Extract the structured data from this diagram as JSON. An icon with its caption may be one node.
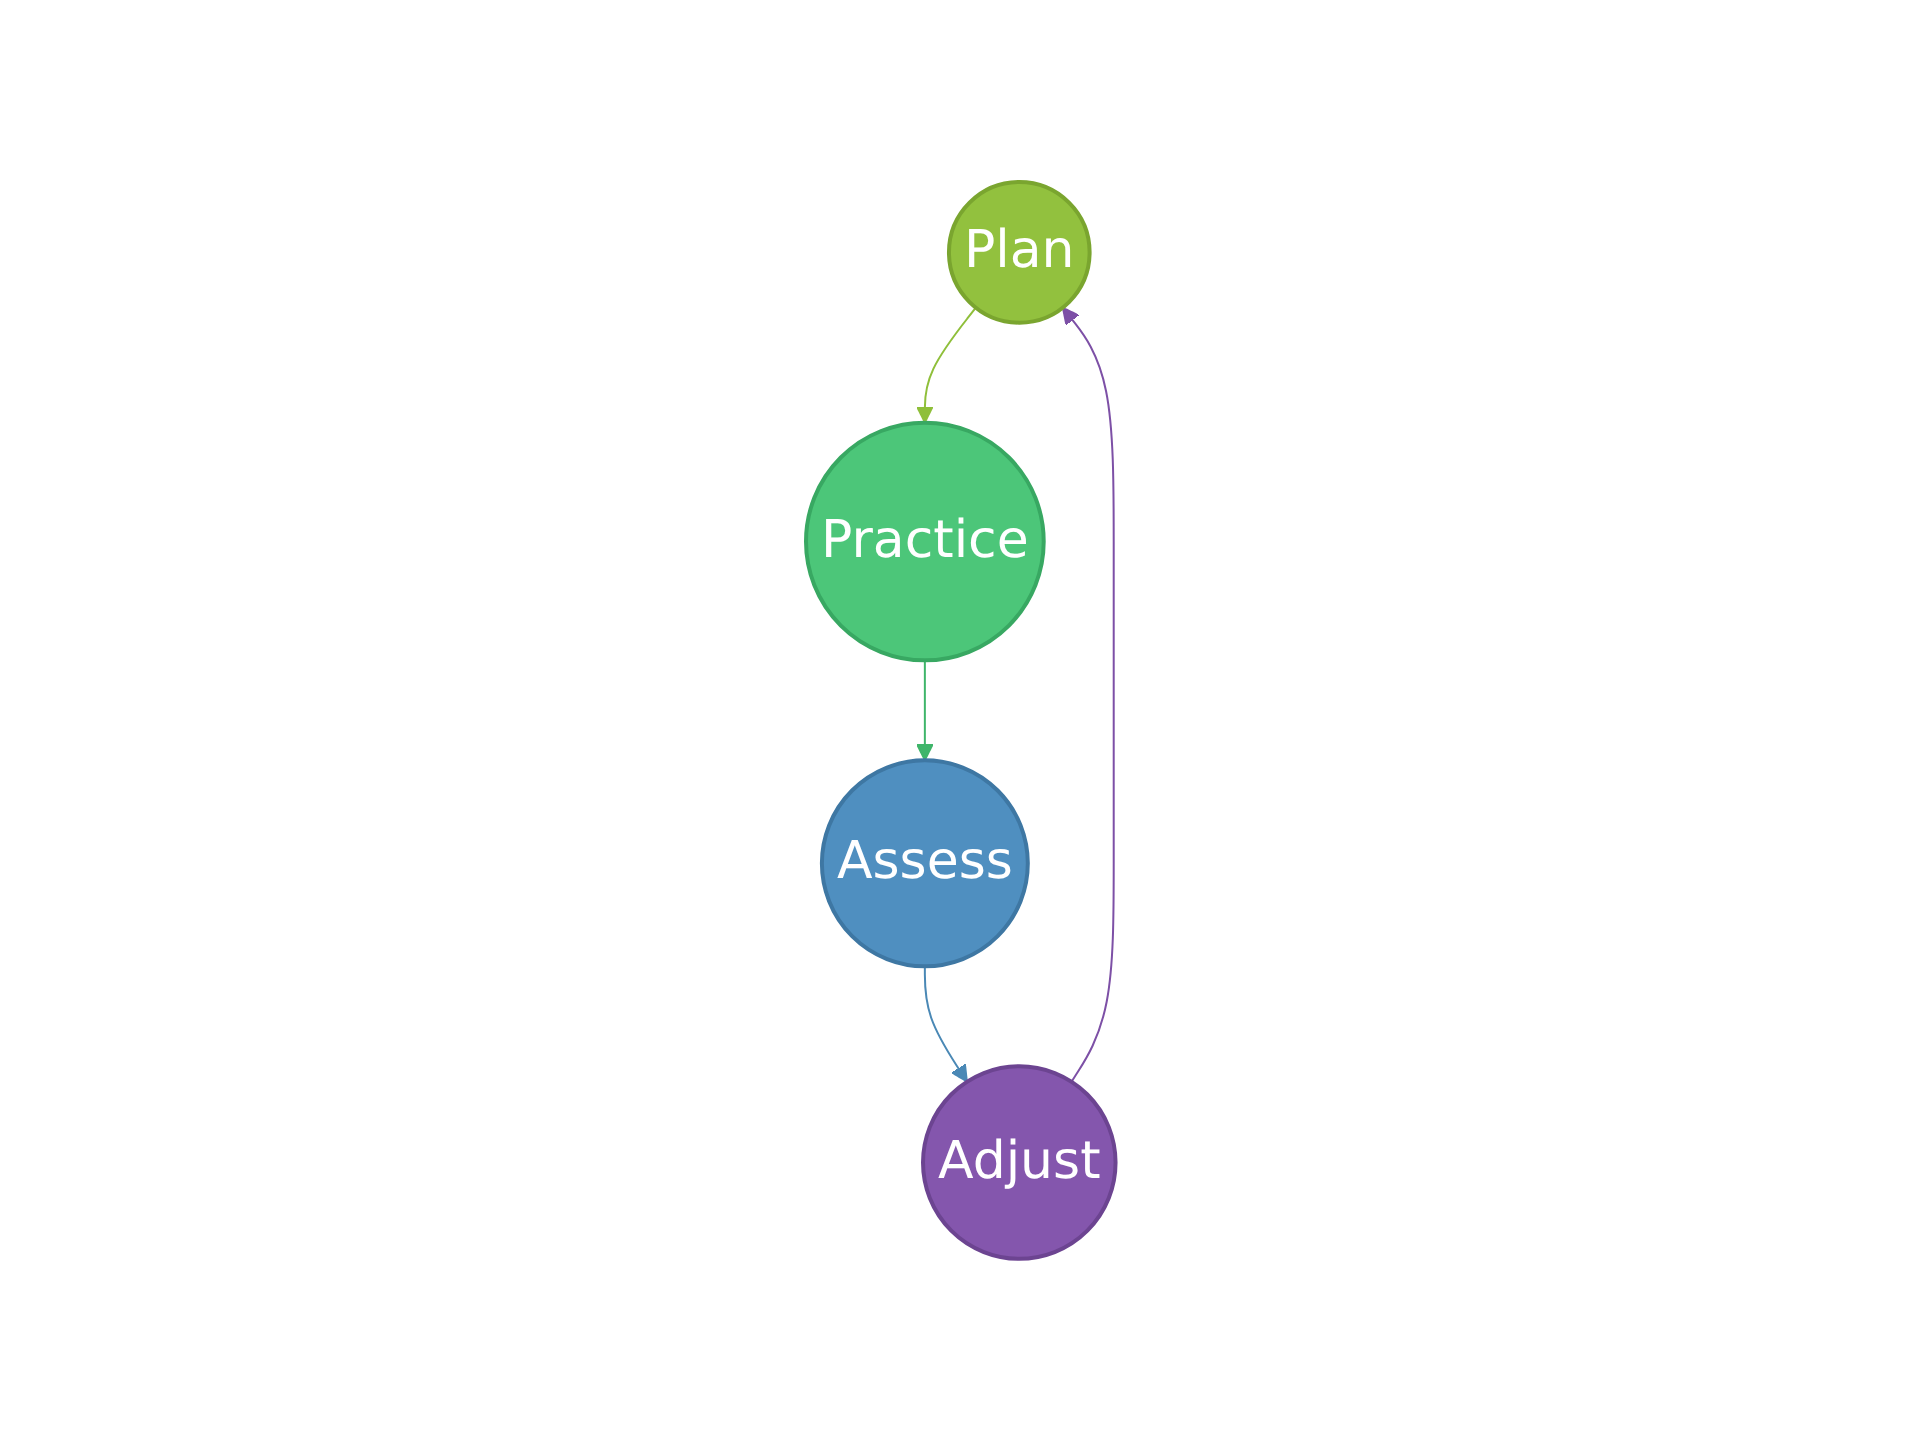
{
  "diagram": {
    "nodes": [
      {
        "text": [
          "Plan"
        ]
      },
      {
        "text": [
          "Practice"
        ]
      },
      {
        "text": [
          "Assess"
        ]
      },
      {
        "text": [
          "Adjust"
        ]
      }
    ],
    "edges": [
      {
        "from": 0,
        "to": 1,
        "arrow": "to",
        "color": "#8fbf3a"
      },
      {
        "from": 1,
        "to": 2,
        "arrow": "to",
        "color": "#3fb56a"
      },
      {
        "from": 2,
        "to": 3,
        "arrow": "to",
        "color": "#4a88b5"
      },
      {
        "from": 3,
        "to": 0,
        "arrow": "to",
        "color": "#7d50a6"
      }
    ]
  }
}
